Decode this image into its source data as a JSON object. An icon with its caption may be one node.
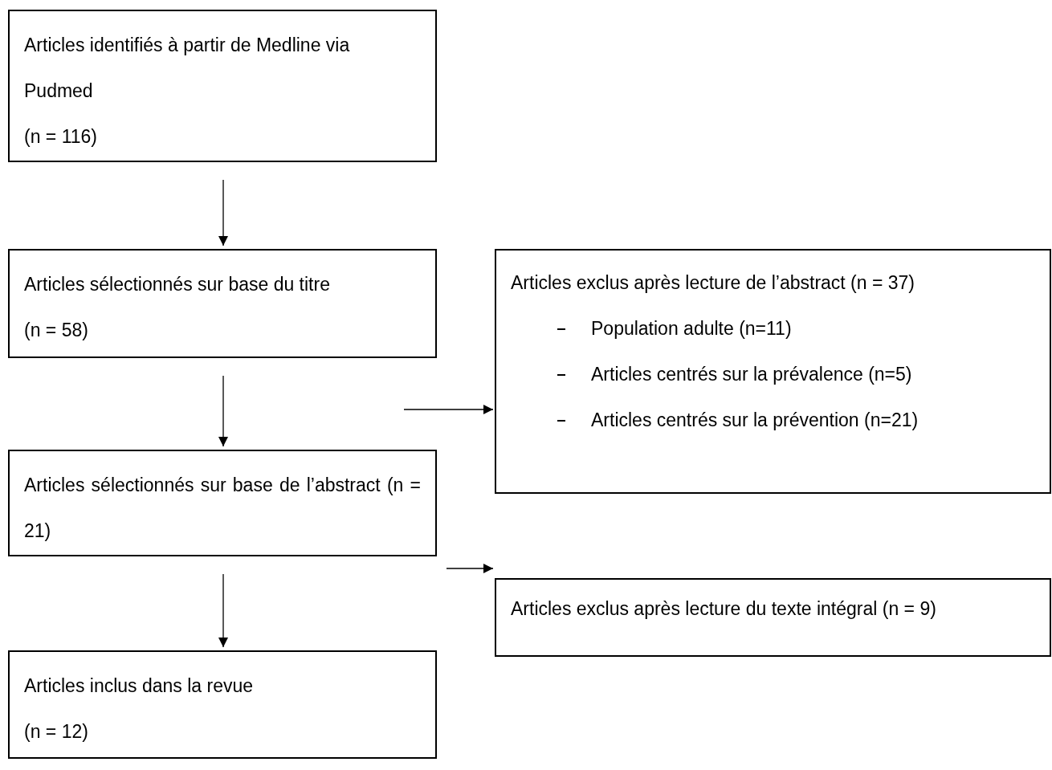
{
  "diagram": {
    "nodes": [
      {
        "text": [
          "Articles identifiés à partir de Medline via Pudmed",
          "(n = 116)"
        ]
      },
      {
        "text": [
          "Articles sélectionnés sur base du titre",
          "(n = 58)"
        ]
      },
      {
        "text": [
          "Articles sélectionnés sur base de l’abstract (n = 21)"
        ]
      },
      {
        "text": [
          "Articles inclus dans la revue",
          "(n = 12)"
        ]
      },
      {
        "text": [
          "Articles exclus après lecture de l’abstract (n = 37)",
          "Population adulte (n=11)",
          "Articles centrés sur la prévalence (n=5)",
          "Articles centrés sur la prévention (n=21)"
        ]
      },
      {
        "text": [
          "Articles exclus après lecture du texte intégral (n = 9)"
        ]
      }
    ],
    "edges": [
      {
        "from": 0,
        "to": 1,
        "arrow": "to"
      },
      {
        "from": 1,
        "to": 2,
        "arrow": "to"
      },
      {
        "from": 2,
        "to": 3,
        "arrow": "to"
      },
      {
        "from": null,
        "to": 4,
        "arrow": "to"
      },
      {
        "from": null,
        "to": 5,
        "arrow": "to"
      }
    ]
  }
}
